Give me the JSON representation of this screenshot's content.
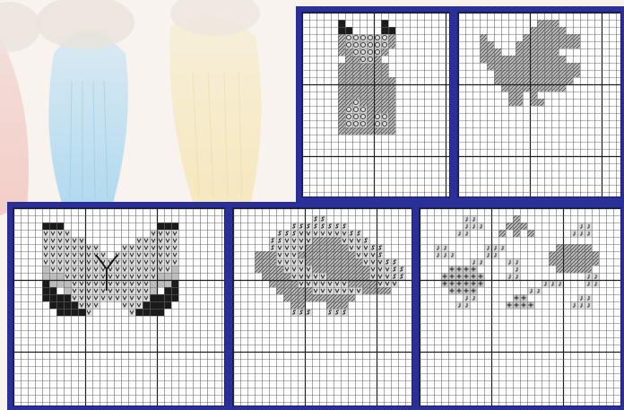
{
  "corner_text": "",
  "theme": {
    "frame_color": "#2b2f98",
    "grid_color": "#6a6a6a",
    "grid_major_color": "#1d1d1d",
    "fill_color": "#bdbdbd",
    "dark_fill_color": "#1b1b1b",
    "paper_color": "#ffffff"
  },
  "panels": [
    {
      "id": "cat",
      "name": "panel-cat-chart"
    },
    {
      "id": "bird",
      "name": "panel-bird-chart"
    },
    {
      "id": "butterfly",
      "name": "panel-butterfly-chart"
    },
    {
      "id": "turtle",
      "name": "panel-turtle-chart"
    },
    {
      "id": "flowers",
      "name": "panel-flowers-chart"
    }
  ]
}
